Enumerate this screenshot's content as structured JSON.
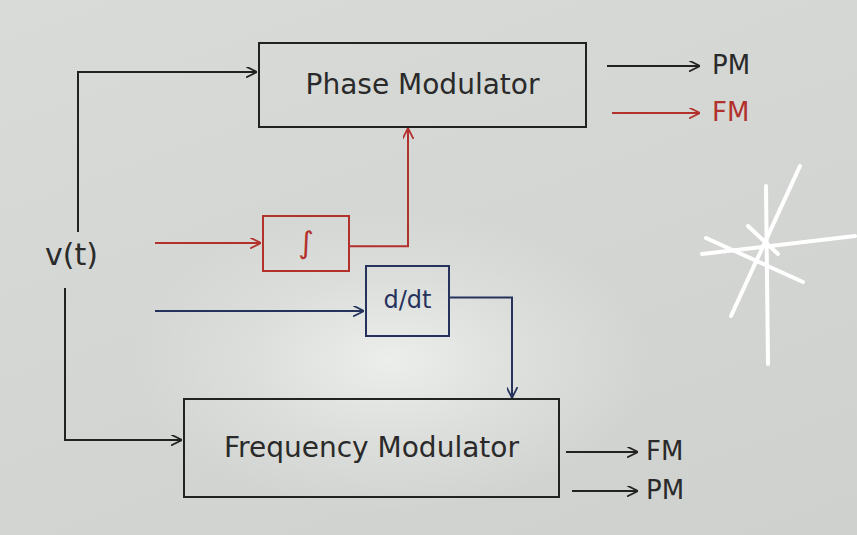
{
  "diagram": {
    "nodes": [
      {
        "text": [
          "Phase Modulator"
        ]
      },
      {
        "text": [
          "∫"
        ]
      },
      {
        "text": [
          "d/dt"
        ]
      },
      {
        "text": [
          "Frequency Modulator"
        ]
      }
    ],
    "edges": [
      {
        "from": 1,
        "to": 0,
        "arrow": "to"
      },
      {
        "from": 2,
        "to": 3,
        "arrow": "to"
      }
    ],
    "labels": [
      "PM",
      "FM",
      "v(t)",
      "FM",
      "PM"
    ]
  }
}
